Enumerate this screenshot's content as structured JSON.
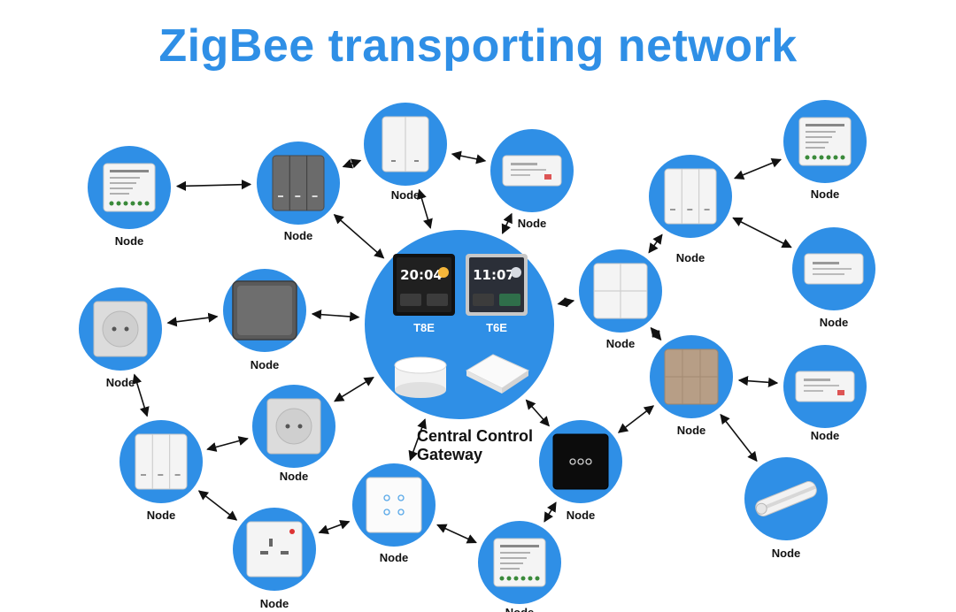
{
  "title": "ZigBee transporting network",
  "colors": {
    "node_circle": "#2f8fe6",
    "title": "#2f8fe6",
    "arrow": "#111111"
  },
  "gateway": {
    "label_line1": "Central Control",
    "label_line2": "Gateway",
    "panels": [
      {
        "model": "T8E",
        "time": "20:04"
      },
      {
        "model": "T6E",
        "time": "11:07"
      }
    ]
  },
  "node_label": "Node",
  "nodes": [
    {
      "id": "n1",
      "device": "dimmer-module-icon",
      "label": "Node"
    },
    {
      "id": "n2",
      "device": "three-gang-switch-icon",
      "label": "Node"
    },
    {
      "id": "n3",
      "device": "two-gang-switch-icon",
      "label": "Node"
    },
    {
      "id": "n4",
      "device": "switch-module-icon",
      "label": "Node"
    },
    {
      "id": "n5",
      "device": "smart-panel-icon",
      "label": "Node"
    },
    {
      "id": "n6",
      "device": "socket-icon",
      "label": "Node"
    },
    {
      "id": "n7",
      "device": "socket-icon",
      "label": "Node"
    },
    {
      "id": "n8",
      "device": "three-gang-switch-icon",
      "label": "Node"
    },
    {
      "id": "n9",
      "device": "uk-socket-icon",
      "label": "Node"
    },
    {
      "id": "n10",
      "device": "touch-switch-icon",
      "label": "Node"
    },
    {
      "id": "n11",
      "device": "dimmer-module-icon",
      "label": "Node"
    },
    {
      "id": "n12",
      "device": "touch-switch-icon",
      "label": "Node"
    },
    {
      "id": "n13",
      "device": "four-gang-switch-icon",
      "label": "Node"
    },
    {
      "id": "n14",
      "device": "six-gang-switch-icon",
      "label": "Node"
    },
    {
      "id": "n15",
      "device": "three-gang-switch-icon",
      "label": "Node"
    },
    {
      "id": "n16",
      "device": "dimmer-module-icon",
      "label": "Node"
    },
    {
      "id": "n17",
      "device": "led-controller-icon",
      "label": "Node"
    },
    {
      "id": "n18",
      "device": "switch-module-icon",
      "label": "Node"
    },
    {
      "id": "n19",
      "device": "curtain-motor-icon",
      "label": "Node"
    }
  ]
}
